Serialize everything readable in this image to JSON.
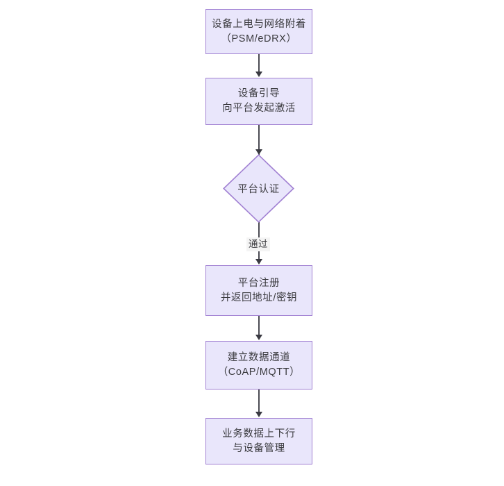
{
  "diagram": {
    "type": "flowchart",
    "orientation": "top-to-bottom",
    "title": "",
    "colors": {
      "node_fill": "#e9e6fb",
      "node_border": "#a07fd2",
      "text": "#3b3b3f",
      "connector": "#4a4a52",
      "edge_label_bg": "#f4f4f4",
      "canvas": "#ffffff"
    },
    "nodes": [
      {
        "id": "n1",
        "shape": "rectangle",
        "lines": [
          "设备上电与网络附着",
          "（PSM/eDRX）"
        ]
      },
      {
        "id": "n2",
        "shape": "rectangle",
        "lines": [
          "设备引导",
          "向平台发起激活"
        ]
      },
      {
        "id": "n3",
        "shape": "diamond",
        "lines": [
          "平台认证"
        ]
      },
      {
        "id": "n4",
        "shape": "rectangle",
        "lines": [
          "平台注册",
          "并返回地址/密钥"
        ]
      },
      {
        "id": "n5",
        "shape": "rectangle",
        "lines": [
          "建立数据通道",
          "（CoAP/MQTT）"
        ]
      },
      {
        "id": "n6",
        "shape": "rectangle",
        "lines": [
          "业务数据上下行",
          "与设备管理"
        ]
      }
    ],
    "edges": [
      {
        "id": "e1",
        "from": "n1",
        "to": "n2",
        "label": ""
      },
      {
        "id": "e2",
        "from": "n2",
        "to": "n3",
        "label": ""
      },
      {
        "id": "e3",
        "from": "n3",
        "to": "n4",
        "label": "通过"
      },
      {
        "id": "e4",
        "from": "n4",
        "to": "n5",
        "label": ""
      },
      {
        "id": "e5",
        "from": "n5",
        "to": "n6",
        "label": ""
      }
    ]
  }
}
